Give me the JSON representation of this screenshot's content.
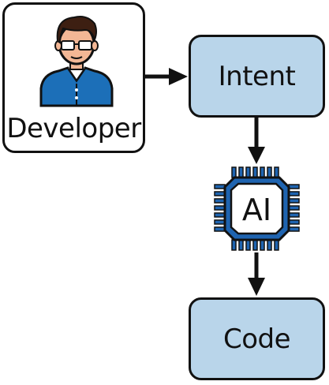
{
  "diagram": {
    "developer_label": "Developer",
    "intent_label": "Intent",
    "ai_label": "AI",
    "code_label": "Code"
  },
  "colors": {
    "box_fill": "#b9d5ea",
    "chip_blue": "#1f64b0",
    "stroke": "#111111",
    "shirt": "#1c6fb8",
    "skin": "#f3b795",
    "hair": "#3d1f12"
  },
  "icons": [
    "developer-avatar-icon",
    "ai-chip-icon",
    "arrow-right-icon",
    "arrow-down-icon"
  ]
}
